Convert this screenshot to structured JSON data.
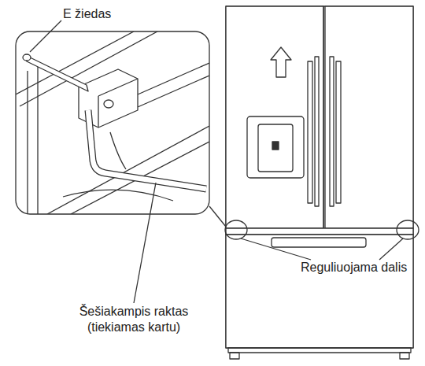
{
  "diagram": {
    "labels": [
      "E žiedas",
      "Šešiakampis raktas (tiekiamas kartu)",
      "Reguliuojama dalis"
    ]
  }
}
